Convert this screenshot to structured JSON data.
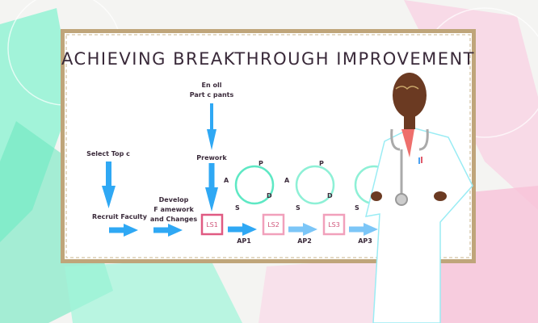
{
  "board": {
    "title": "ACHIEVING BREAKTHROUGH IMPROVEMENT",
    "select_topic": "Select Top c",
    "recruit_faculty": "Recruit Faculty",
    "develop": [
      "Develop",
      "F amework",
      "and Changes"
    ],
    "enroll": [
      "En oll",
      "Part c pants"
    ],
    "prework": "Prework",
    "sessions": [
      "LS1",
      "LS2",
      "LS3"
    ],
    "action_periods": [
      "AP1",
      "AP2",
      "AP3"
    ],
    "pdsa": {
      "p": "P",
      "d": "D",
      "s": "S",
      "a": "A"
    }
  },
  "colors": {
    "arrow": "#2fa8f4",
    "cycle": "#5ee8c4",
    "session_box": "#e05a82",
    "frame": "#bfa57a",
    "left_accent": "#6ff0c8",
    "right_accent": "#f7c7dc"
  }
}
